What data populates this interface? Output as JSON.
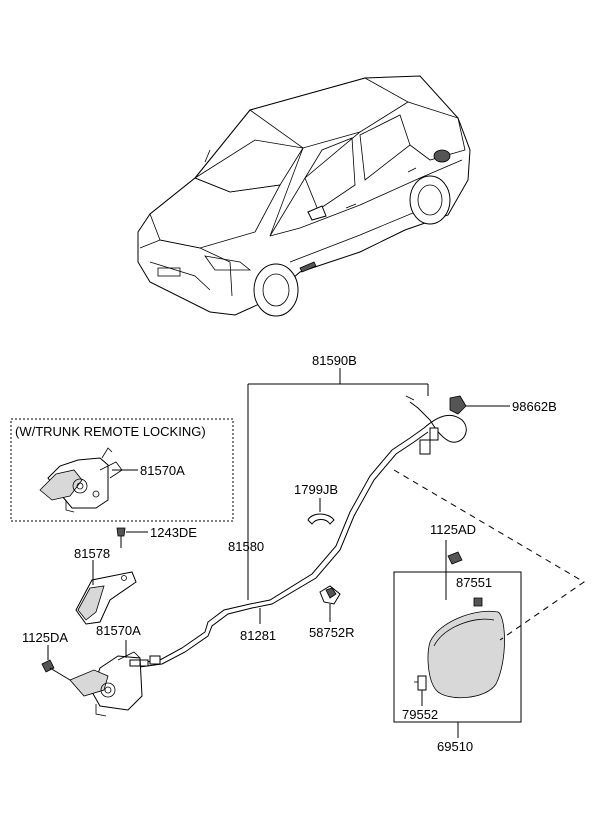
{
  "diagram": {
    "option_box_label": "(W/TRUNK REMOTE LOCKING)",
    "parts": {
      "p81590B": "81590B",
      "p98662B": "98662B",
      "p81570A_top": "81570A",
      "p1799JB": "1799JB",
      "p1243DE": "1243DE",
      "p81578": "81578",
      "p81580": "81580",
      "p1125AD": "1125AD",
      "p87551": "87551",
      "p1125DA": "1125DA",
      "p81570A_bottom": "81570A",
      "p81281": "81281",
      "p58752R": "58752R",
      "p79552": "79552",
      "p69510": "69510"
    }
  }
}
